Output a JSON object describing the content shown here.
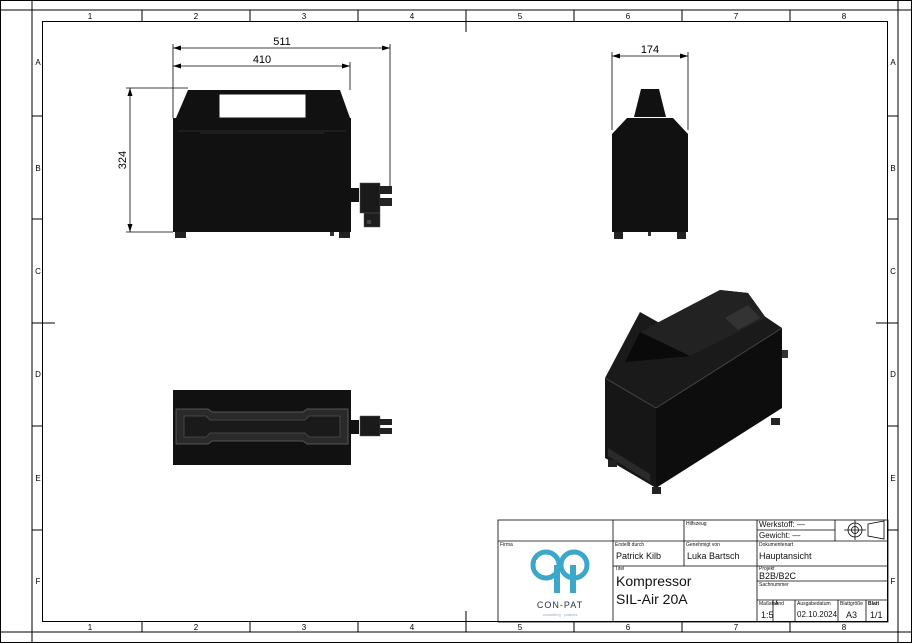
{
  "grid": {
    "columns": [
      "1",
      "2",
      "3",
      "4",
      "5",
      "6",
      "7",
      "8"
    ],
    "rows": [
      "A",
      "B",
      "C",
      "D",
      "E",
      "F"
    ]
  },
  "dimensions": {
    "front_width": "511",
    "front_inner_width": "410",
    "front_height": "324",
    "side_width": "174"
  },
  "title_block": {
    "hilfszeug_label": "Hilfszeug",
    "werkstoff_label": "Werkstoff:",
    "werkstoff_value": "—",
    "gewicht_label": "Gewicht:",
    "gewicht_value": "—",
    "firma_label": "Firma",
    "erstellt_label": "Erstellt durch",
    "erstellt_value": "Patrick Kilb",
    "genehmigt_label": "Genehmigt von",
    "genehmigt_value": "Luka Bartsch",
    "dokumentenart_label": "Dokumentenart",
    "dokumentenart_value": "Hauptansicht",
    "titel_label": "Titel",
    "titel_line1": "Kompressor",
    "titel_line2": "SIL-Air 20A",
    "projekt_label": "Projekt",
    "projekt_value": "B2B/B2C",
    "sachnummer_label": "Sachnummer",
    "massstab_label": "Maßstab",
    "massstab_value": "1:5",
    "aend_label": "Änd",
    "ausgabedatum_label": "Ausgabedatum",
    "ausgabedatum_value": "02.10.2024",
    "blattgroesse_label": "Blattgröße",
    "blattgroesse_value": "A3",
    "blatt_label": "Blatt",
    "blatt_value": "1/1",
    "logo_text": "CON-PAT",
    "logo_tagline": "consulting · patents"
  }
}
